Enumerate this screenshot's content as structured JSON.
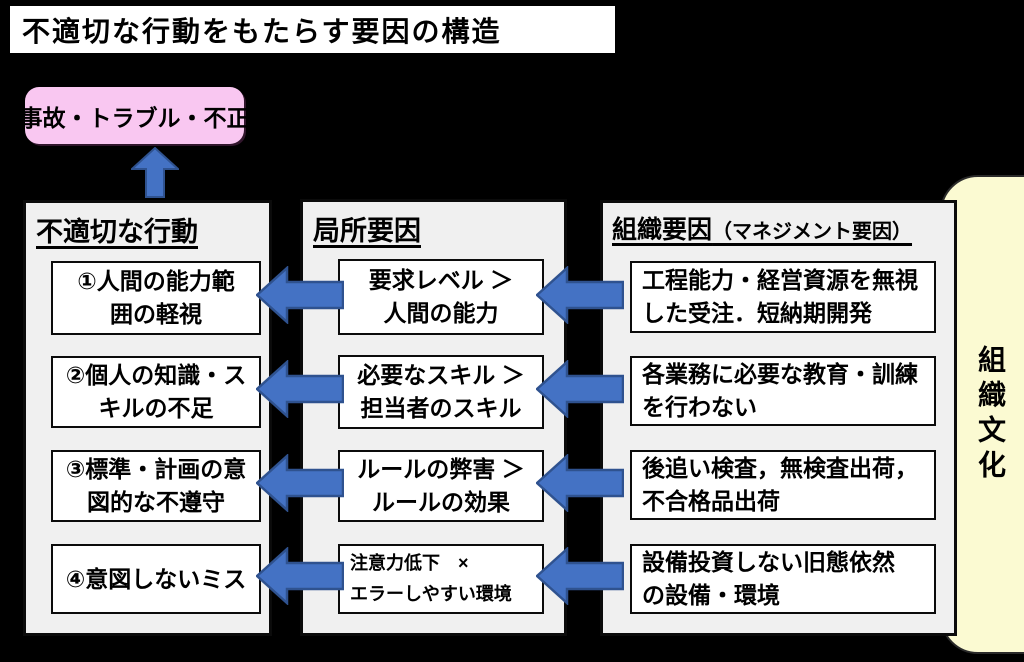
{
  "title": "不適切な行動をもたらす要因の構造",
  "outcome": {
    "label": "事故・トラブル・不正"
  },
  "columns": [
    {
      "header": "不適切な行動",
      "boxes": [
        "①人間の能力範\n囲の軽視",
        "②個人の知識・ス\nキルの不足",
        "③標準・計画の意\n図的な不遵守",
        "④意図しないミス"
      ]
    },
    {
      "header": "局所要因",
      "boxes": [
        "要求レベル ＞\n人間の能力",
        "必要なスキル ＞\n担当者のスキル",
        "ルールの弊害 ＞\nルールの効果",
        "注意力低下　×\nエラーしやすい環境"
      ]
    },
    {
      "header": "組織要因",
      "header_suffix": "（マネジメント要因）",
      "boxes": [
        "工程能力・経営資源を無視\nした受注．短納期開発",
        "各業務に必要な教育・訓練\nを行わない",
        "後追い検査，無検査出荷，\n不合格品出荷",
        "設備投資しない旧態依然\nの設備・環境"
      ]
    }
  ],
  "culture": {
    "label": "組織文化"
  },
  "colors": {
    "background": "#000000",
    "panel_gray": "#F0F0F0",
    "box_white": "#FFFFFF",
    "outcome_pink": "#F9C7F1",
    "culture_yellow": "#FBFAD2",
    "arrow_blue": "#4472C4",
    "arrow_border": "#2F528F",
    "text": "#000000"
  }
}
